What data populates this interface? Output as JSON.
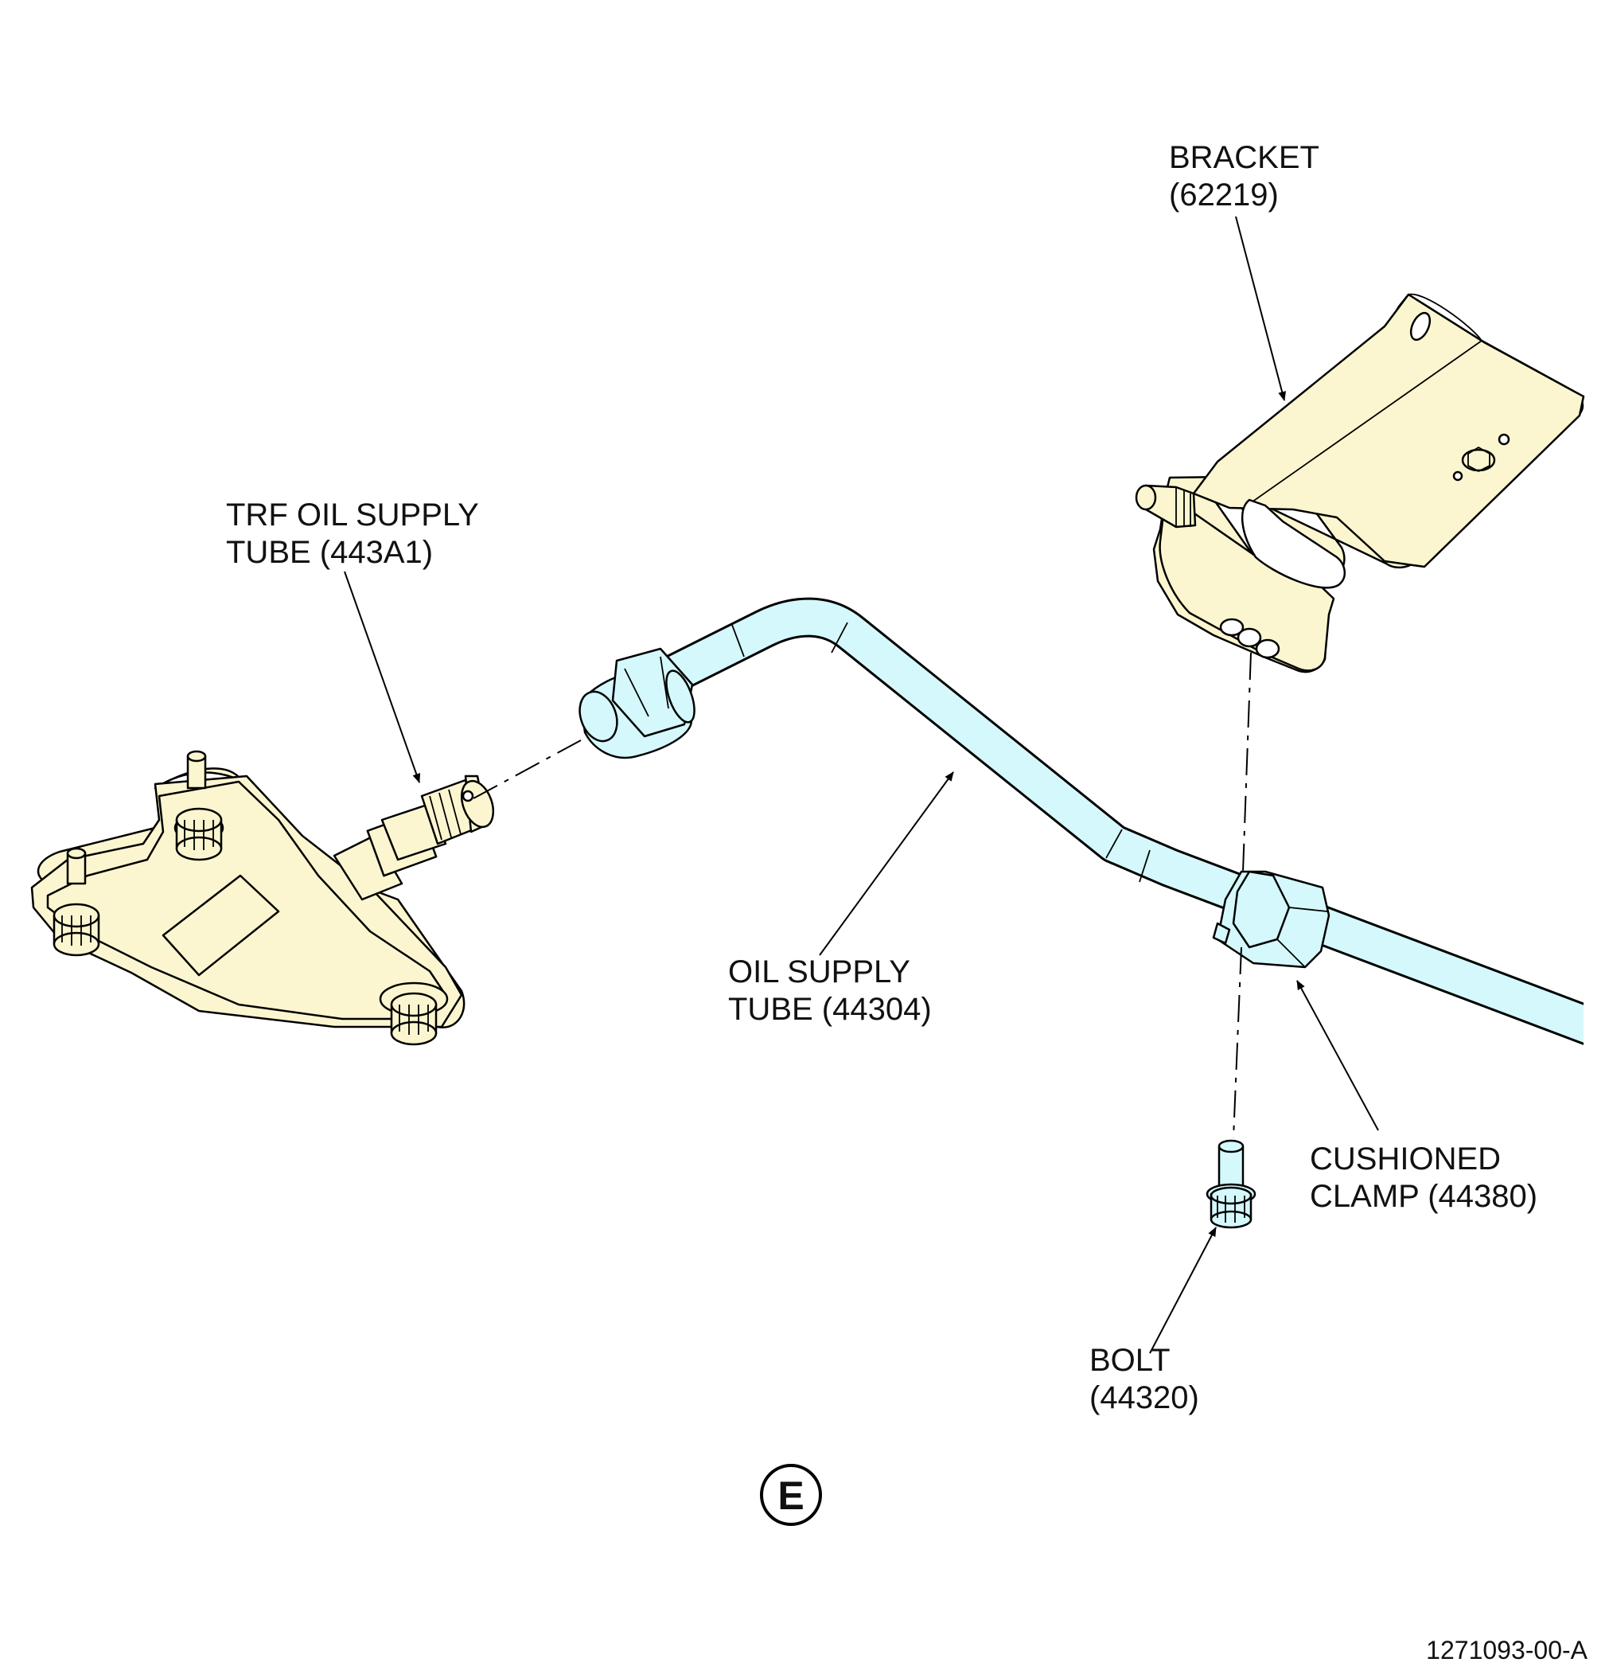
{
  "labels": {
    "bracket": {
      "line1": "BRACKET",
      "line2": "(62219)"
    },
    "trf_tube": {
      "line1": "TRF OIL SUPPLY",
      "line2": "TUBE (443A1)"
    },
    "oil_tube": {
      "line1": "OIL SUPPLY",
      "line2": "TUBE (44304)"
    },
    "clamp": {
      "line1": "CUSHIONED",
      "line2": "CLAMP (44380)"
    },
    "bolt": {
      "line1": "BOLT",
      "line2": "(44320)"
    }
  },
  "view_marker": "E",
  "reference_number": "1271093-00-A",
  "colors": {
    "part_yellow": "#fbf6cf",
    "tube_cyan": "#d4f8fb",
    "outline": "#000000"
  }
}
